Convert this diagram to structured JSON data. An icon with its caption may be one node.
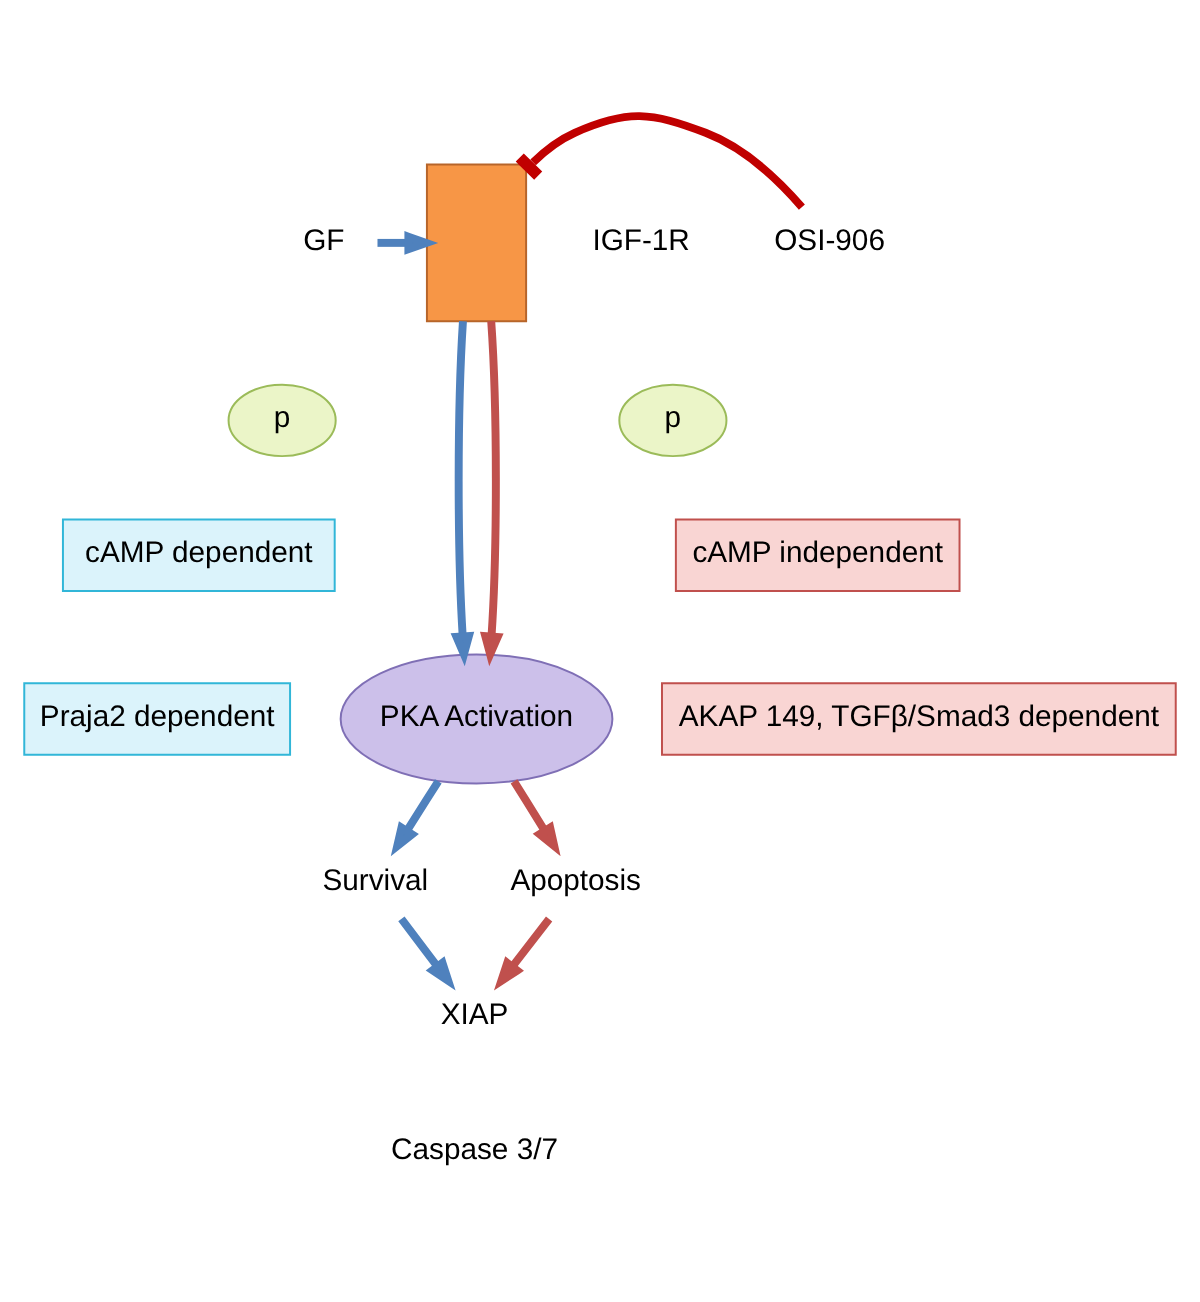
{
  "diagram": {
    "nodes": [
      {
        "text": [
          "GF"
        ]
      },
      {
        "text": [
          "OSI-906"
        ]
      },
      {
        "text": [],
        "shape": "bar",
        "beside": [
          "IGF-1R"
        ]
      },
      {
        "text": [
          "p"
        ]
      },
      {
        "text": [
          "p"
        ]
      },
      {
        "text": [
          "cAMP dependent"
        ]
      },
      {
        "text": [
          "cAMP independent"
        ]
      },
      {
        "text": [
          "Praja2 dependent"
        ]
      },
      {
        "text": [
          "PKA Activation"
        ]
      },
      {
        "text": [
          "AKAP 149, TGFβ/Smad3 dependent"
        ]
      },
      {
        "text": [
          "Survival"
        ]
      },
      {
        "text": [
          "Apoptosis"
        ]
      },
      {
        "text": [
          "XIAP"
        ]
      },
      {
        "text": [
          "Caspase 3/7"
        ]
      }
    ],
    "edges": [
      {
        "from": 0,
        "to": 2,
        "arrow": "to"
      },
      {
        "from": 1,
        "to": 2,
        "arrow": "other",
        "color": "#c00000"
      },
      {
        "from": 2,
        "to": 8,
        "arrow": "to"
      },
      {
        "from": 2,
        "to": 8,
        "arrow": "to",
        "color": "#c0504d"
      },
      {
        "from": 8,
        "to": 10,
        "arrow": "to"
      },
      {
        "from": 8,
        "to": 11,
        "arrow": "to",
        "color": "#c0504d"
      },
      {
        "from": 10,
        "to": 12,
        "arrow": "to"
      },
      {
        "from": 11,
        "to": 12,
        "arrow": "to",
        "color": "#c0504d"
      }
    ]
  }
}
